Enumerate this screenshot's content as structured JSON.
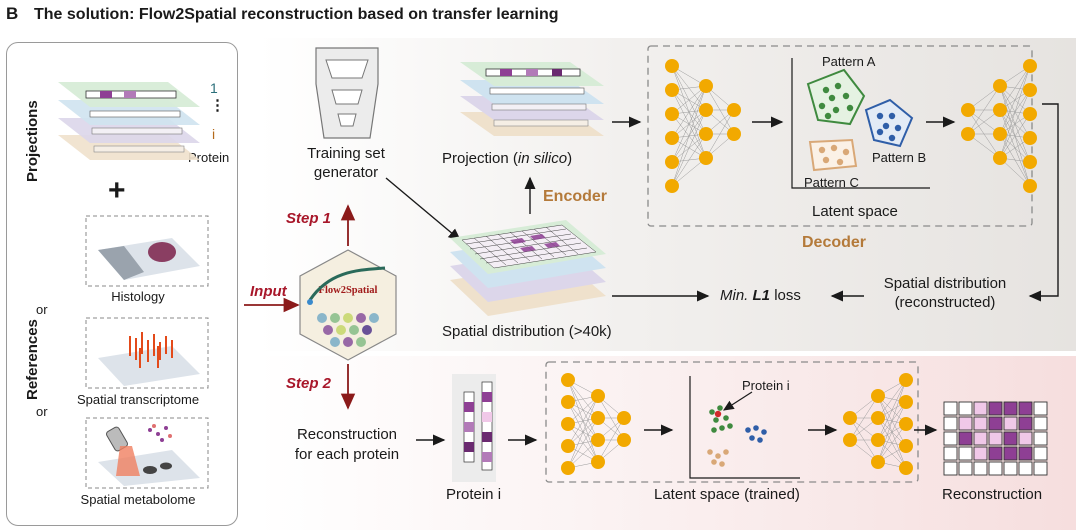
{
  "header": {
    "panel_letter": "B",
    "title": "The solution: Flow2Spatial reconstruction based on transfer learning"
  },
  "left_panel": {
    "projections_label": "Projections",
    "index_1": "1",
    "index_dots": "⋮",
    "index_i": "i",
    "protein_label": "Protein",
    "plus": "+",
    "references_label": "References",
    "or_1": "or",
    "or_2": "or",
    "histology_label": "Histology",
    "transcriptome_label": "Spatial transcriptome",
    "metabolome_label": "Spatial metabolome"
  },
  "step1": {
    "input_label": "Input",
    "step1_label": "Step 1",
    "logo_text": "Flow2Spatial",
    "training_label_1": "Training set",
    "training_label_2": "generator",
    "projection_label_prefix": "Projection (",
    "projection_label_italic": "in silico",
    "projection_label_suffix": ")",
    "encoder_label": "Encoder",
    "decoder_label": "Decoder",
    "pattern_a": "Pattern A",
    "pattern_b": "Pattern B",
    "pattern_c": "Pattern C",
    "latent_label": "Latent space",
    "spatial_dist_label": "Spatial distribution (>40k)",
    "loss_prefix": "Min. ",
    "loss_bold": "L1",
    "loss_suffix": " loss",
    "recon_dist_1": "Spatial distribution",
    "recon_dist_2": "(reconstructed)"
  },
  "step2": {
    "step2_label": "Step 2",
    "recon_each_1": "Reconstruction",
    "recon_each_2": "for each protein",
    "protein_i_label": "Protein i",
    "protein_i_annot": "Protein i",
    "latent_trained_label": "Latent space (trained)",
    "reconstruction_label": "Reconstruction"
  },
  "colors": {
    "node": "#f2a900",
    "arrow": "#1a1a1a",
    "step_red": "#a8172a",
    "codec_brown": "#b47a3a",
    "pattern_a_green": "#3f8a3f",
    "pattern_b_blue": "#2f5ea8",
    "pattern_c_tan": "#d9a877",
    "purple_dark": "#8e3f94",
    "purple_light": "#f0c8e8"
  }
}
